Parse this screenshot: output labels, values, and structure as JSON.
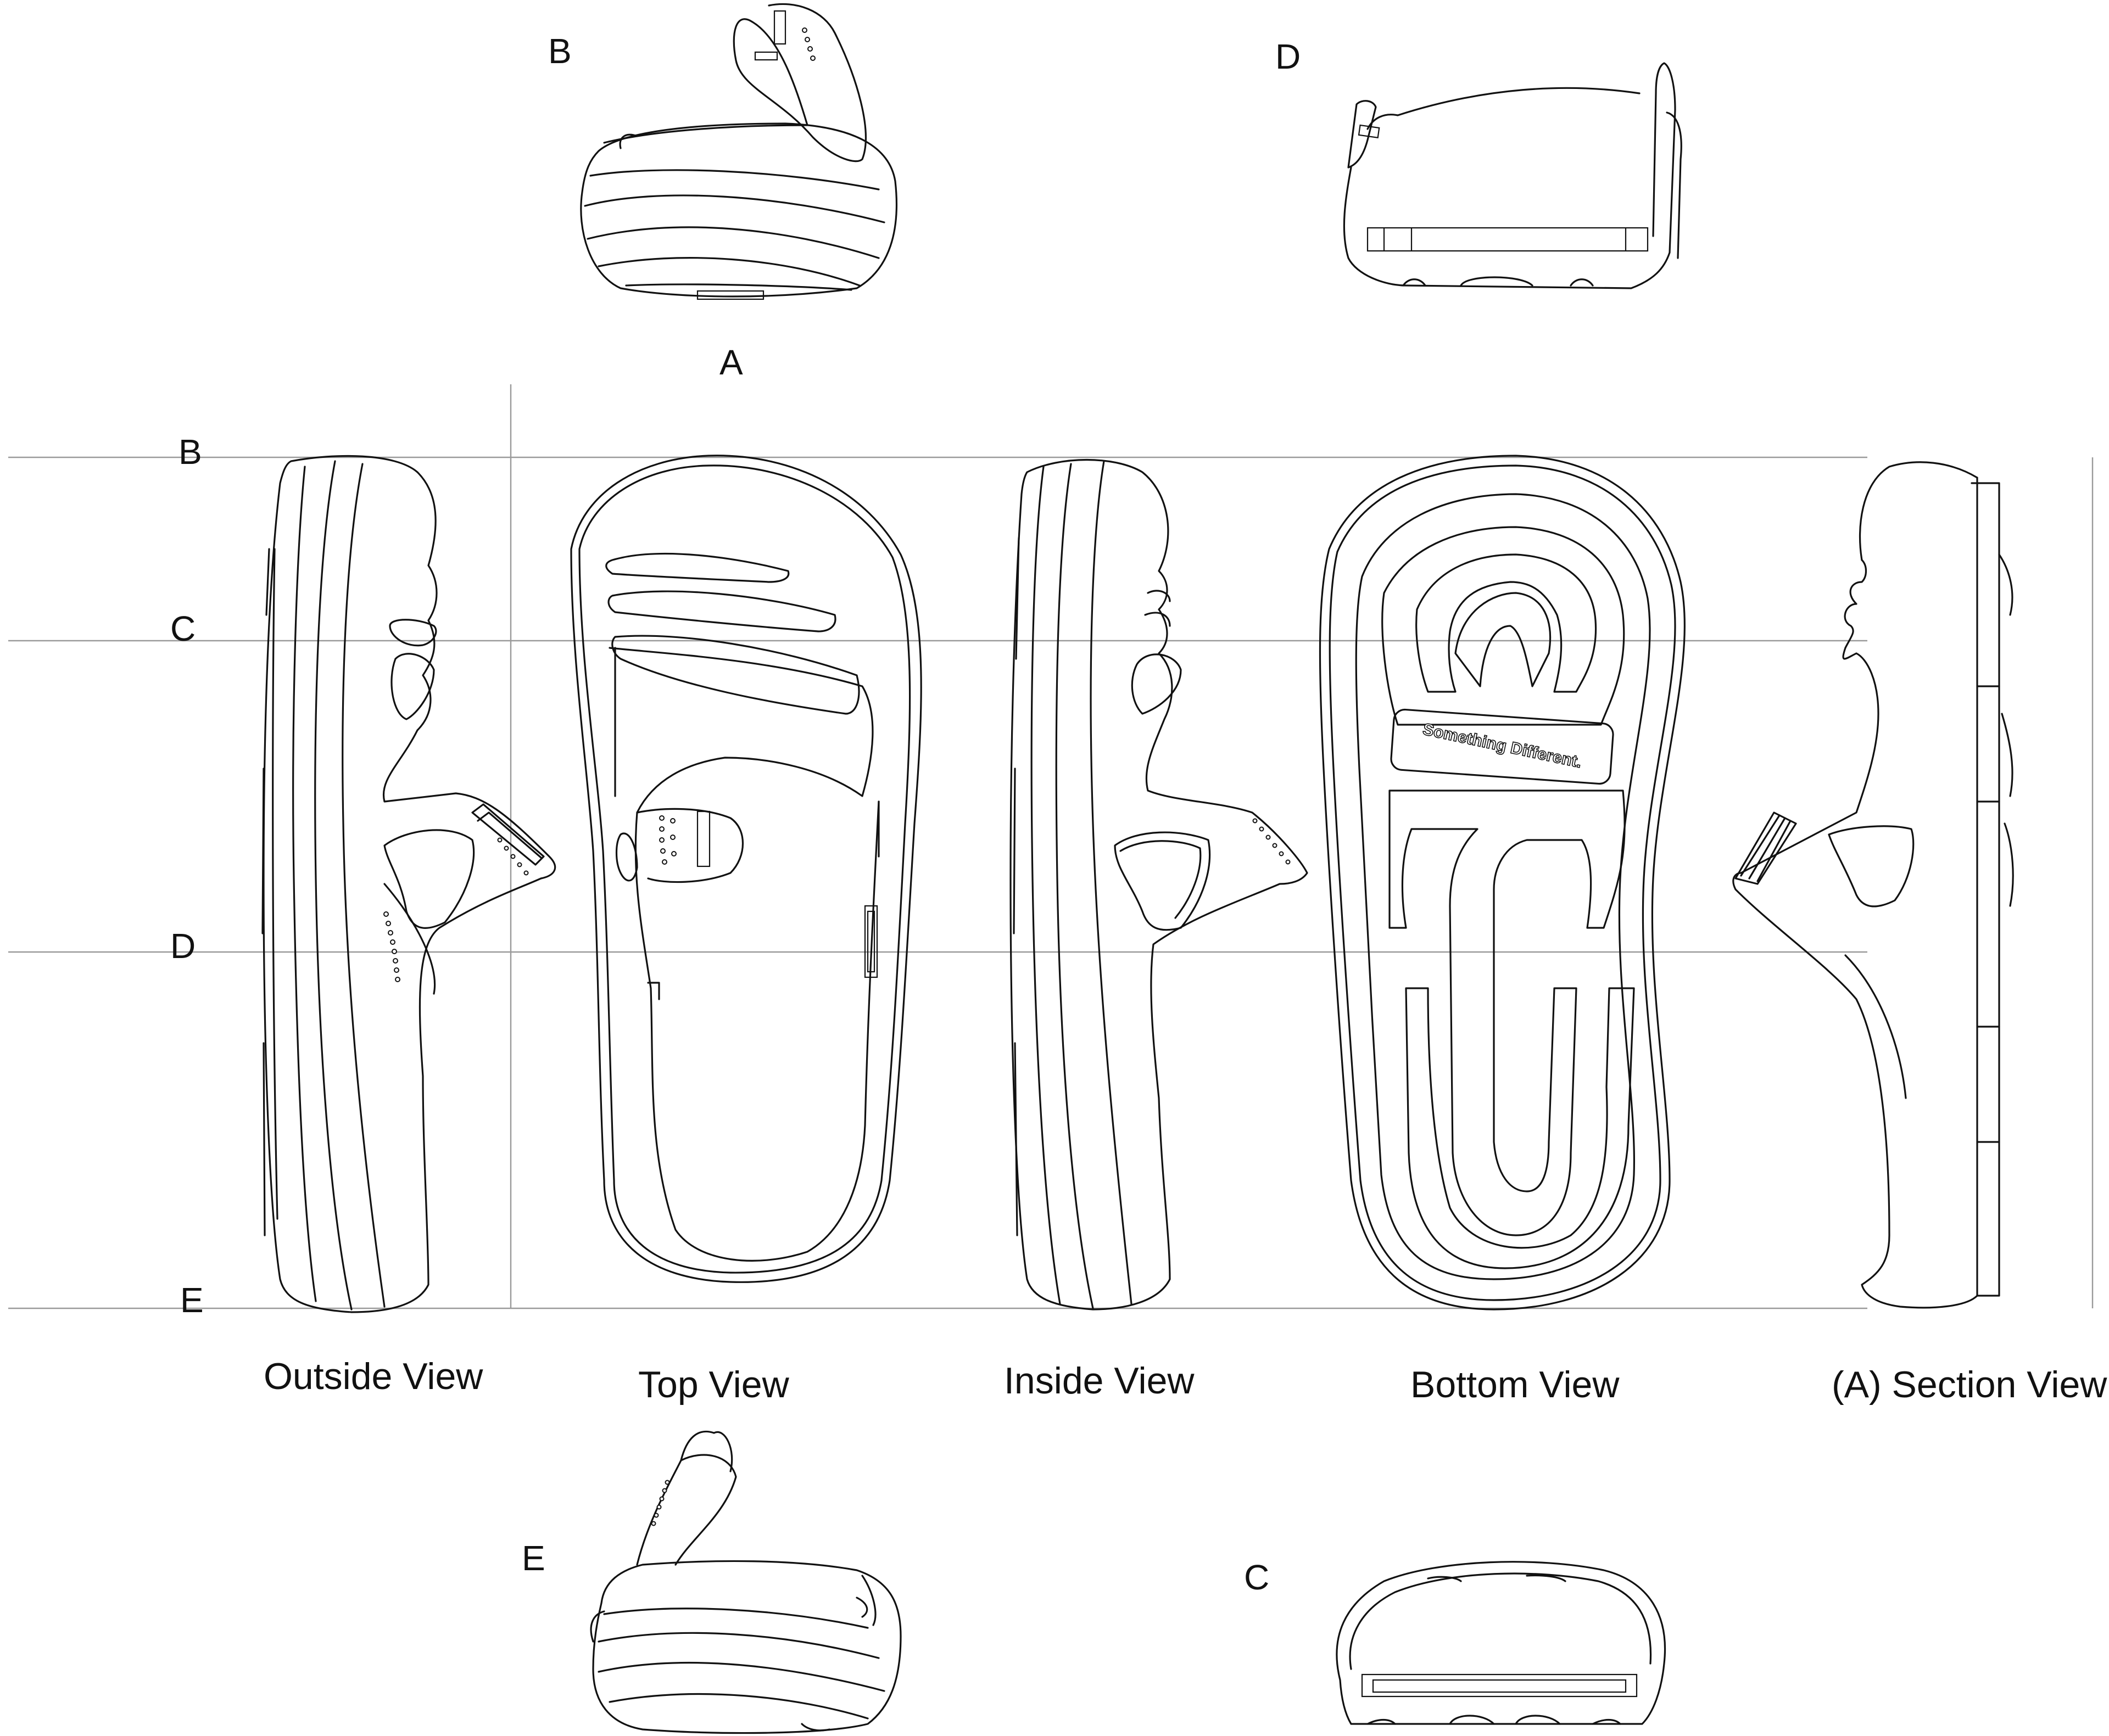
{
  "markers": {
    "top_b": "B",
    "top_d": "D",
    "section_a": "A",
    "row_b": "B",
    "row_c": "C",
    "row_d": "D",
    "row_e": "E",
    "bottom_e": "E",
    "bottom_c": "C"
  },
  "captions": {
    "outside": "Outside View",
    "top": "Top  View",
    "inside": "Inside View",
    "bottom": "Bottom View",
    "section": "(A) Section View"
  },
  "sole_text": "Something Different."
}
